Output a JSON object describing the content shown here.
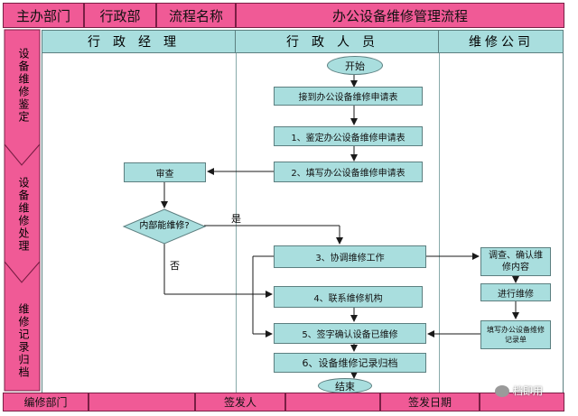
{
  "header": {
    "dept_label": "主办部门",
    "dept_value": "行政部",
    "process_label": "流程名称",
    "process_value": "办公设备维修管理流程"
  },
  "columns": {
    "col1": "行政经理",
    "col2": "行政人员",
    "col3": "维修公司"
  },
  "sidebar": {
    "stage1": "设备维修鉴定",
    "stage2": "设备维修处理",
    "stage3": "维修记录归档"
  },
  "nodes": {
    "start": "开始",
    "receive": "接到办公设备维修申请表",
    "step1": "1、鉴定办公设备维修申请表",
    "step2": "2、填写办公设备维修申请表",
    "review": "审查",
    "decision": "内部能维修?",
    "yes": "是",
    "no": "否",
    "step3": "3、协调维修工作",
    "step4": "4、联系维修机构",
    "step5": "5、签字确认设备已维修",
    "step6": "6、设备维修记录归档",
    "end": "结束",
    "survey": "调查、确认维修内容",
    "repair": "进行维修",
    "record_form": "填写办公设备维修记录单"
  },
  "footer": {
    "editor_label": "编修部门",
    "signer_label": "签发人",
    "date_label": "签发日期"
  },
  "watermark": "档即用"
}
